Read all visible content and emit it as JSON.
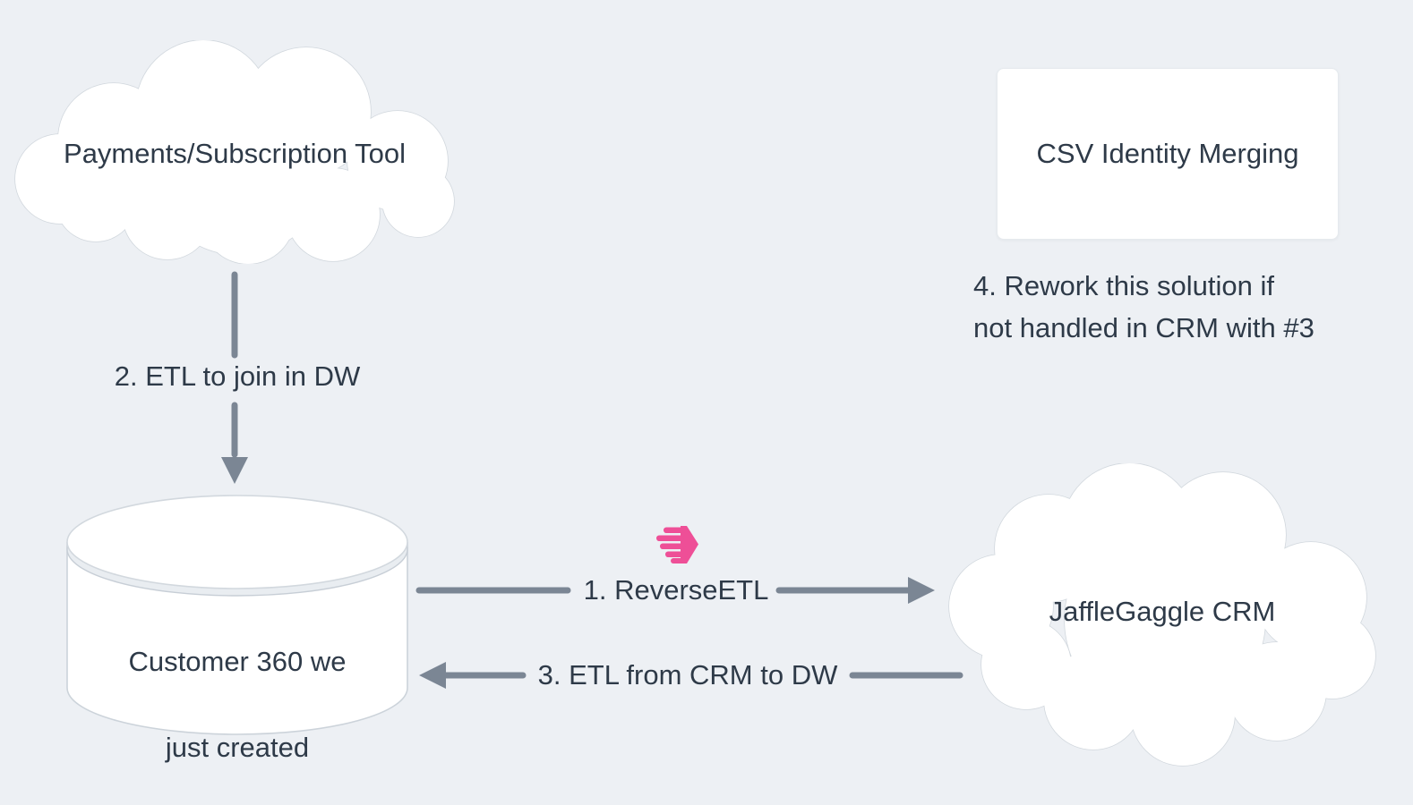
{
  "colors": {
    "background": "#edf0f4",
    "node_fill": "#ffffff",
    "node_border": "#d2d8de",
    "arrow": "#7b8694",
    "text": "#2e3a48",
    "logo_pink": "#ee4f97"
  },
  "nodes": {
    "payments": {
      "shape": "cloud",
      "label": "Payments/Subscription Tool"
    },
    "csv_merge": {
      "shape": "card",
      "label": "CSV Identity Merging"
    },
    "warehouse": {
      "shape": "database-cylinder",
      "label_lines": [
        "Customer 360 we",
        "just created"
      ]
    },
    "crm": {
      "shape": "cloud",
      "label": "JaffleGaggle CRM"
    }
  },
  "edges": {
    "etl_to_dw": {
      "label": "2. ETL to join in DW",
      "from": "payments",
      "to": "warehouse",
      "direction": "down"
    },
    "reverse_etl": {
      "label": "1. ReverseETL",
      "from": "warehouse",
      "to": "crm",
      "direction": "right",
      "icon": "hightouch-logo-icon"
    },
    "etl_from_crm": {
      "label": "3. ETL from CRM to DW",
      "from": "crm",
      "to": "warehouse",
      "direction": "left"
    }
  },
  "notes": {
    "rework": {
      "lines": [
        "4. Rework this solution if",
        "not handled in CRM with #3"
      ]
    }
  }
}
